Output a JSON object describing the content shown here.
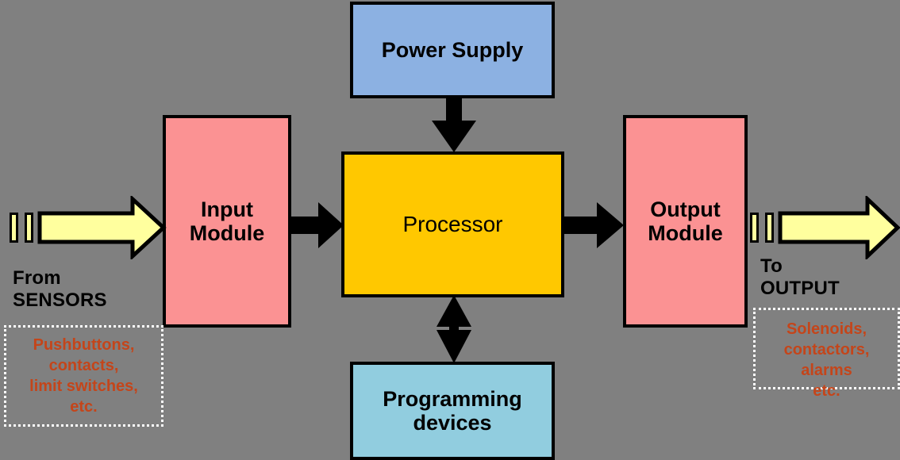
{
  "diagram": {
    "title": "PLC block diagram",
    "background_color": "#808080"
  },
  "blocks": {
    "power_supply": {
      "label": "Power Supply",
      "fill": "#8CB1E2"
    },
    "input_module": {
      "label": "Input\nModule",
      "fill": "#FB9293"
    },
    "processor": {
      "label": "Processor",
      "fill": "#FFC800"
    },
    "output_module": {
      "label": "Output\nModule",
      "fill": "#FB9293"
    },
    "programming_devices": {
      "label": "Programming\ndevices",
      "fill": "#91CDDF"
    }
  },
  "labels": {
    "from_sensors": "From\nSENSORS",
    "to_output": "To\nOUTPUT"
  },
  "notes": {
    "sensor_examples": {
      "text": "Pushbuttons,\ncontacts,\nlimit switches,\netc.",
      "color": "#C4451A"
    },
    "output_examples": {
      "text": "Solenoids,\ncontactors,\nalarms\netc.",
      "color": "#C4451A"
    }
  },
  "arrows": {
    "input_flow": {
      "name": "sensor input flow arrow",
      "direction": "right",
      "fill": "#FFFF9E"
    },
    "output_flow": {
      "name": "output device flow arrow",
      "direction": "right",
      "fill": "#FFFF9E"
    },
    "input_to_processor": {
      "name": "input module to processor",
      "direction": "right",
      "fill": "#000000"
    },
    "processor_to_output": {
      "name": "processor to output module",
      "direction": "right",
      "fill": "#000000"
    },
    "power_to_processor": {
      "name": "power supply to processor",
      "direction": "down",
      "fill": "#000000"
    },
    "processor_to_programming": {
      "name": "processor to programming devices",
      "direction": "both",
      "fill": "#000000"
    }
  }
}
